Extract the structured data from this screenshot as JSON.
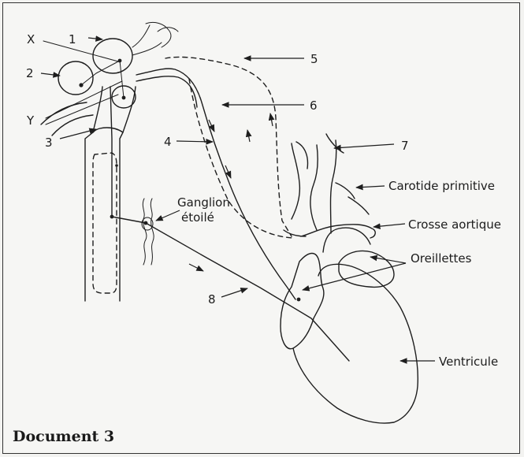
{
  "labels": {
    "X": "X",
    "Y": "Y",
    "n1": "1",
    "n2": "2",
    "n3": "3",
    "n4": "4",
    "n5": "5",
    "n6": "6",
    "n7": "7",
    "n8": "8",
    "ganglion_line1": "Ganglion",
    "ganglion_line2": "étoilé",
    "carotide": "Carotide primitive",
    "crosse": "Crosse aortique",
    "oreillettes": "Oreillettes",
    "ventricule": "Ventricule"
  },
  "caption": "Document 3"
}
